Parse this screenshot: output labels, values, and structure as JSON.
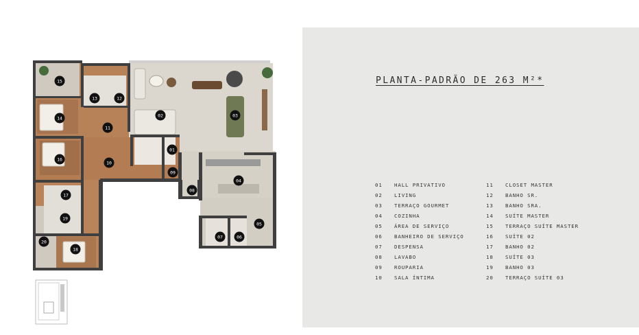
{
  "title": "PLANTA-PADRÃO DE 263 M²*",
  "colors": {
    "panel_bg": "#e8e9e6",
    "wall": "#3f3f3f",
    "wood_floor": "#b88258",
    "stone_floor": "#d9d4cb",
    "badge": "#111111",
    "text": "#333333"
  },
  "legend": [
    {
      "num": "01",
      "label": "HALL PRIVATIVO"
    },
    {
      "num": "02",
      "label": "LIVING"
    },
    {
      "num": "03",
      "label": "TERRAÇO GOURMET"
    },
    {
      "num": "04",
      "label": "COZINHA"
    },
    {
      "num": "05",
      "label": "ÁREA DE SERVIÇO"
    },
    {
      "num": "06",
      "label": "BANHEIRO DE SERVIÇO"
    },
    {
      "num": "07",
      "label": "DESPENSA"
    },
    {
      "num": "08",
      "label": "LAVABO"
    },
    {
      "num": "09",
      "label": "ROUPARIA"
    },
    {
      "num": "10",
      "label": "SALA ÍNTIMA"
    },
    {
      "num": "11",
      "label": "CLOSET MASTER"
    },
    {
      "num": "12",
      "label": "BANHO SR."
    },
    {
      "num": "13",
      "label": "BANHO SRA."
    },
    {
      "num": "14",
      "label": "SUÍTE MASTER"
    },
    {
      "num": "15",
      "label": "TERRAÇO SUÍTE MASTER"
    },
    {
      "num": "16",
      "label": "SUÍTE 02"
    },
    {
      "num": "17",
      "label": "BANHO 02"
    },
    {
      "num": "18",
      "label": "SUÍTE 03"
    },
    {
      "num": "19",
      "label": "BANHO 03"
    },
    {
      "num": "20",
      "label": "TERRAÇO SUÍTE 03"
    }
  ],
  "plan_badges": [
    "01",
    "02",
    "03",
    "04",
    "05",
    "06",
    "07",
    "08",
    "09",
    "10",
    "11",
    "12",
    "13",
    "14",
    "15",
    "16",
    "17",
    "18",
    "19",
    "20"
  ]
}
